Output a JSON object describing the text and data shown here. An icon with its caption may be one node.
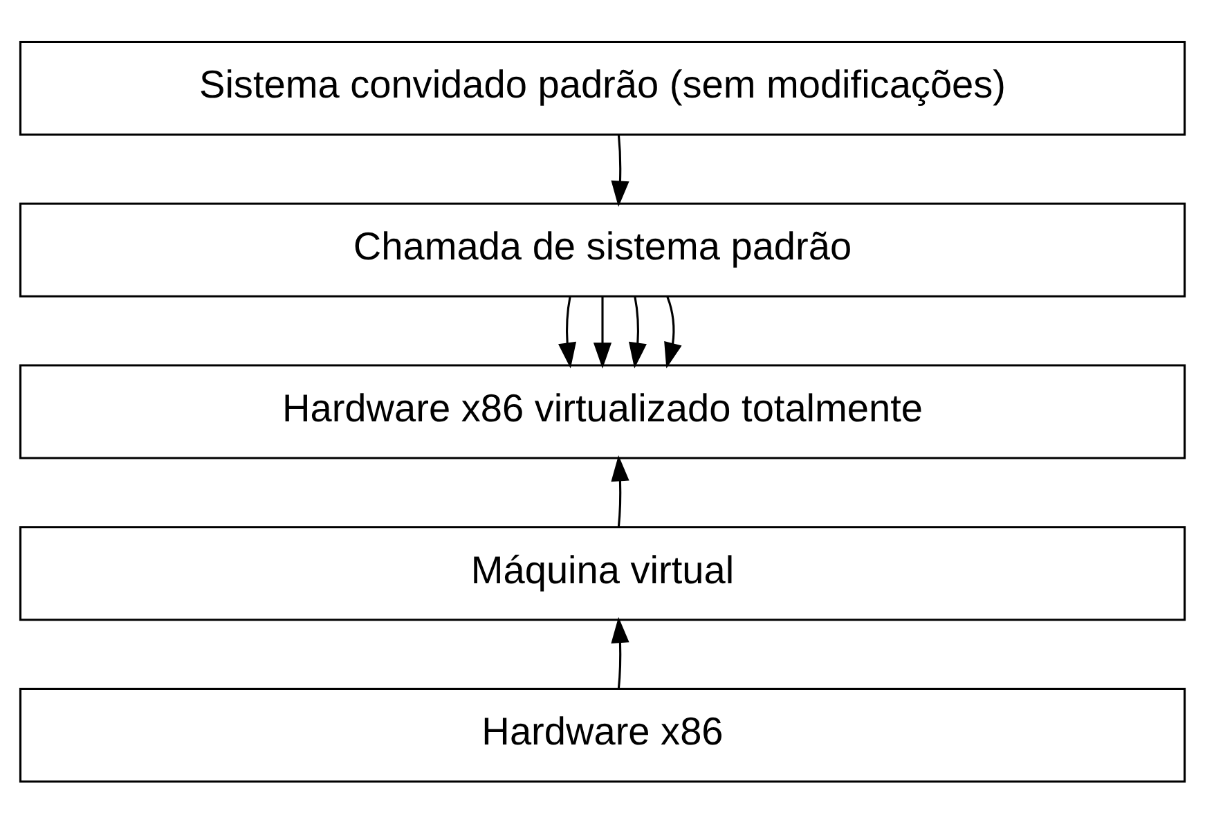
{
  "diagram": {
    "nodes": [
      {
        "text": [
          "Sistema convidado padrão (sem modificações)"
        ]
      },
      {
        "text": [
          "Chamada de sistema padrão"
        ]
      },
      {
        "text": [
          "Hardware x86 virtualizado totalmente"
        ]
      },
      {
        "text": [
          "Máquina virtual"
        ]
      },
      {
        "text": [
          "Hardware x86"
        ]
      }
    ],
    "edges": [
      {
        "from": 0,
        "to": 1,
        "arrow": "to"
      },
      {
        "from": 1,
        "to": 2,
        "arrow": "to"
      },
      {
        "from": 1,
        "to": 2,
        "arrow": "to"
      },
      {
        "from": 1,
        "to": 2,
        "arrow": "to"
      },
      {
        "from": 1,
        "to": 2,
        "arrow": "to"
      },
      {
        "from": 3,
        "to": 2,
        "arrow": "to"
      },
      {
        "from": 4,
        "to": 3,
        "arrow": "to"
      }
    ]
  }
}
